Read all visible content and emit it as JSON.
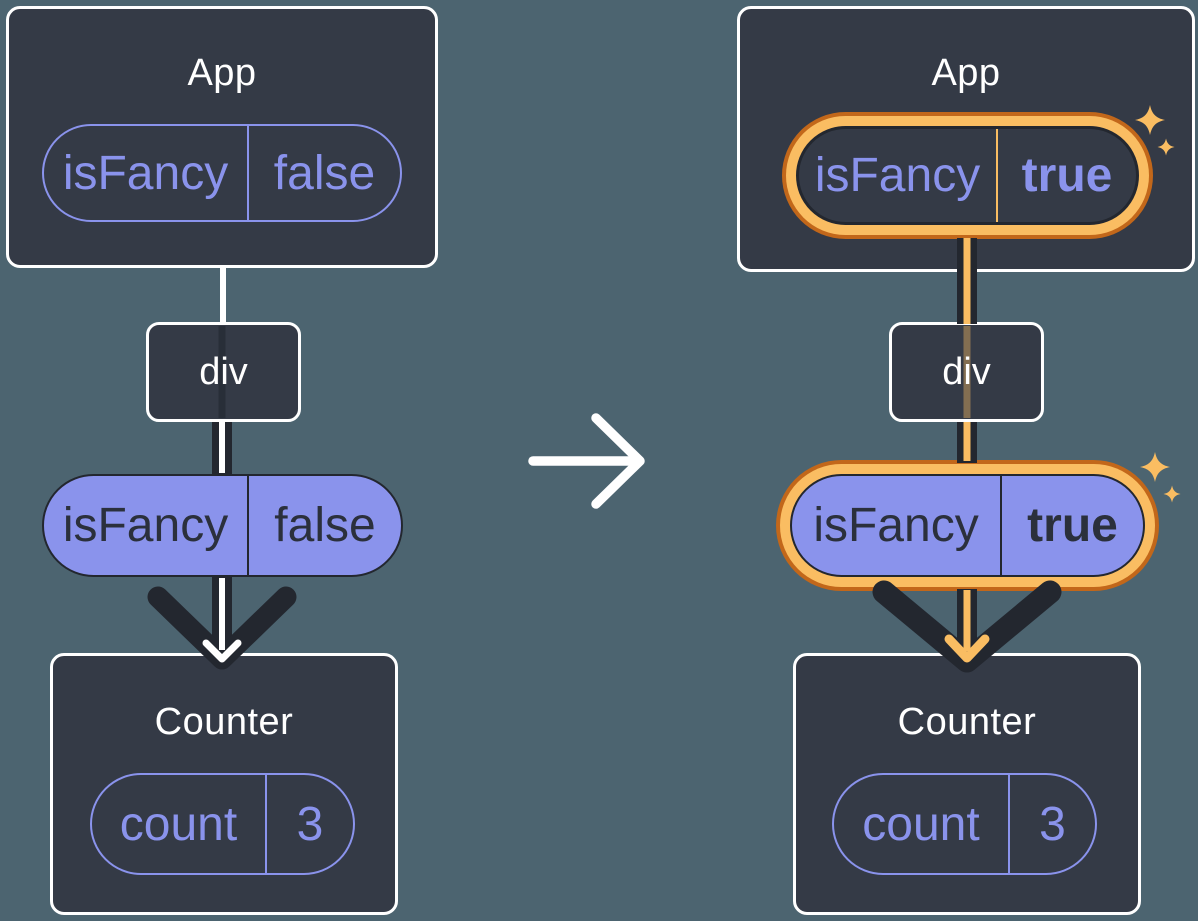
{
  "diagram": {
    "description": "prop-flow-before-after",
    "transition": {
      "icon": "arrow-right"
    },
    "left_tree": {
      "app": {
        "title": "App",
        "prop": {
          "name": "isFancy",
          "value": "false"
        }
      },
      "div": {
        "label": "div"
      },
      "passed_prop": {
        "name": "isFancy",
        "value": "false"
      },
      "counter": {
        "title": "Counter",
        "state": {
          "name": "count",
          "value": "3"
        }
      }
    },
    "right_tree": {
      "app": {
        "title": "App",
        "prop": {
          "name": "isFancy",
          "value": "true"
        }
      },
      "div": {
        "label": "div"
      },
      "passed_prop": {
        "name": "isFancy",
        "value": "true"
      },
      "counter": {
        "title": "Counter",
        "state": {
          "name": "count",
          "value": "3"
        }
      }
    },
    "colors": {
      "canvas_bg": "#4C6470",
      "card_bg": "#343A46",
      "purple": "#8A93EC",
      "dark_line": "#23272F",
      "pill_text_dark": "#2B303C",
      "highlight_orange": "#FABD62",
      "highlight_orange_dark": "#C2671A",
      "text_white": "#FFFFFF"
    }
  }
}
